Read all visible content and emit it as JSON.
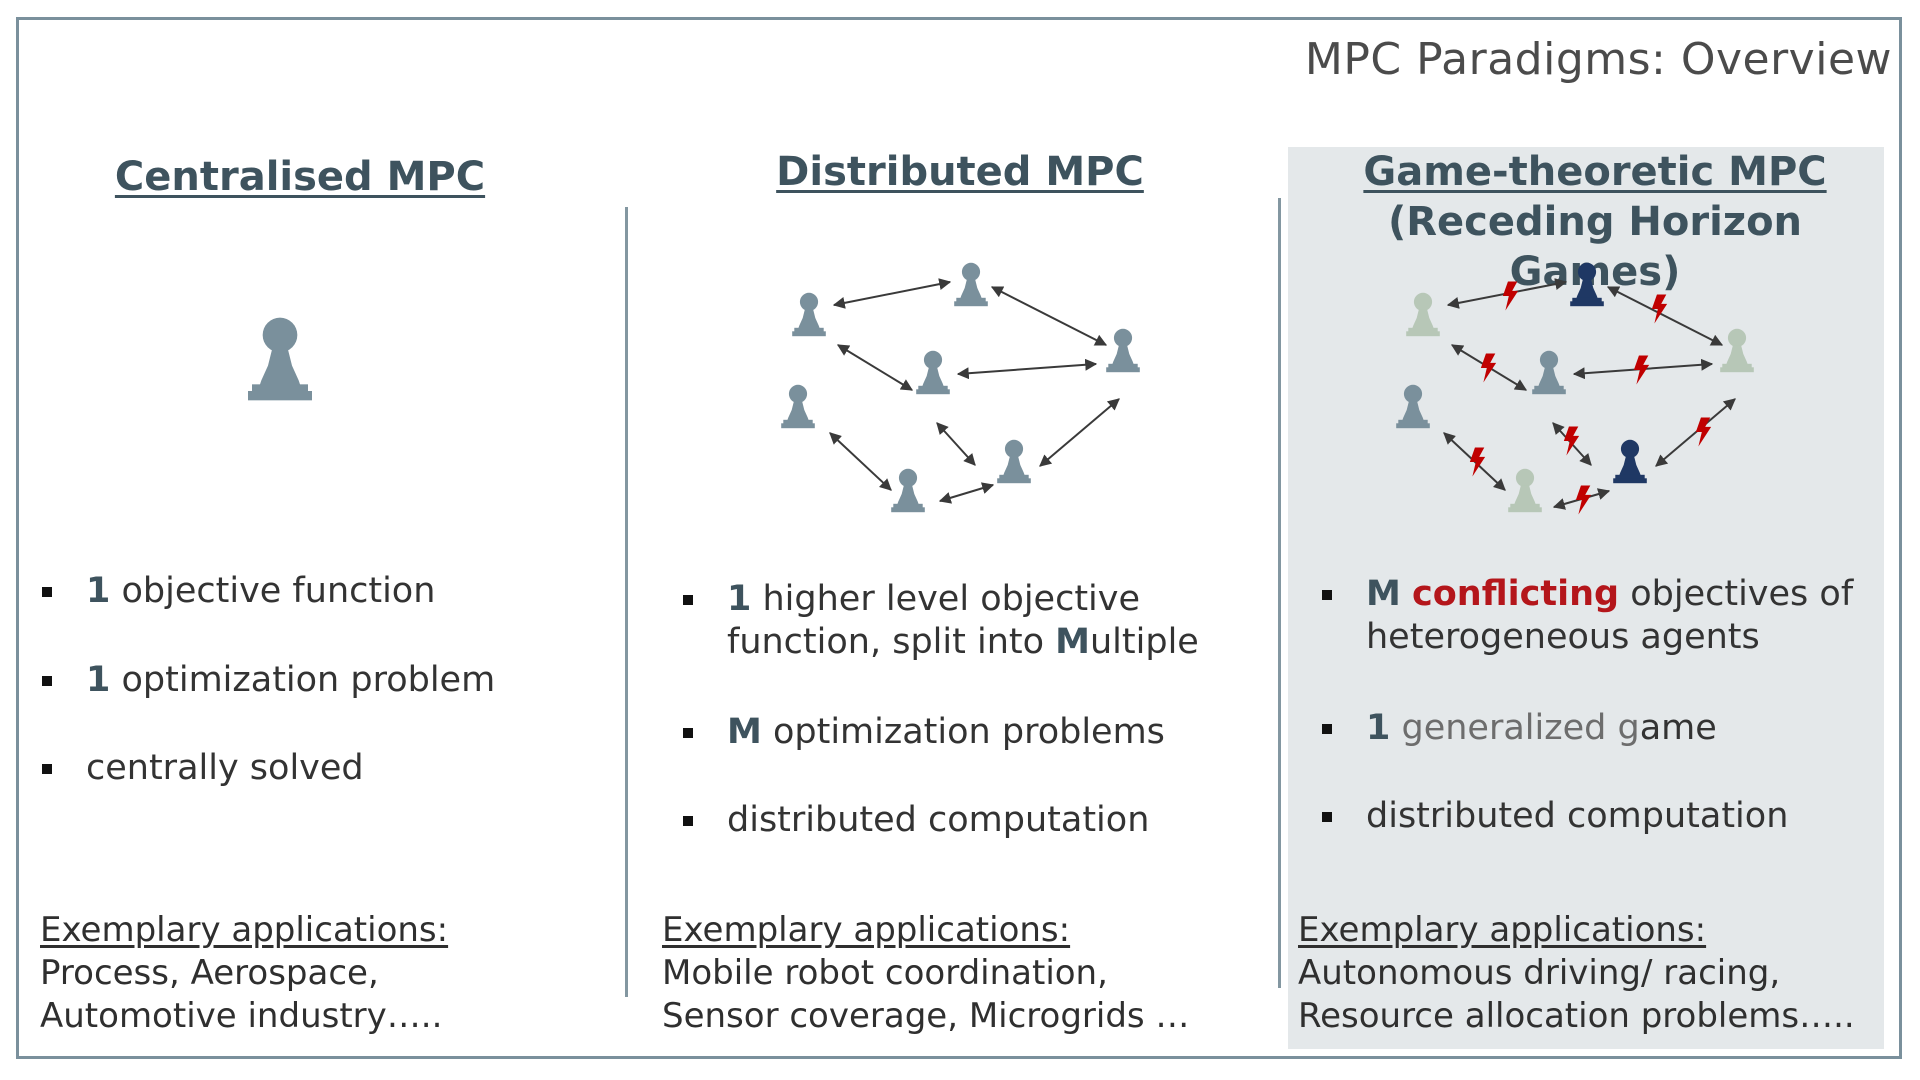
{
  "page_title": "MPC Paradigms: Overview",
  "colors": {
    "border": "#7a909c",
    "pawn": "#7a909c",
    "pawn_dark": "#1f3864",
    "pawn_light": "#b7c7b7",
    "conflict": "#c00000",
    "panel_bg": "#e4e8ea"
  },
  "columns": [
    {
      "title": "Centralised MPC",
      "bullets": [
        {
          "bold": "1",
          "text": " objective function"
        },
        {
          "bold": "1",
          "text": " optimization problem"
        },
        {
          "text": "centrally solved"
        }
      ],
      "apps_title": "Exemplary applications:",
      "apps_lines": [
        "Process, Aerospace,",
        "Automotive industry….."
      ]
    },
    {
      "title": "Distributed MPC",
      "bullets": [
        {
          "bold": "1",
          "text": " higher level objective",
          "text2": "function, split into ",
          "bold2": "M",
          "text3": "ultiple"
        },
        {
          "bold": "M",
          "text": " optimization problems"
        },
        {
          "text": "distributed computation"
        }
      ],
      "apps_title": "Exemplary applications:",
      "apps_lines": [
        "Mobile robot coordination,",
        "Sensor coverage, Microgrids …"
      ]
    },
    {
      "title": "Game-theoretic MPC",
      "subtitle": "(Receding Horizon Games)",
      "bullets": [
        {
          "bold": "M",
          "red": "conflicting",
          "text": " objectives of",
          "text2": "heterogeneous agents"
        },
        {
          "bold": "1",
          "grey": " generalized g",
          "text": "ame"
        },
        {
          "text": "distributed computation"
        }
      ],
      "apps_title": "Exemplary applications:",
      "apps_lines": [
        "Autonomous driving/ racing,",
        "Resource allocation problems….."
      ]
    }
  ],
  "icons": {
    "agent": "pawn-icon",
    "link": "double-arrow",
    "conflict": "lightning-icon"
  }
}
